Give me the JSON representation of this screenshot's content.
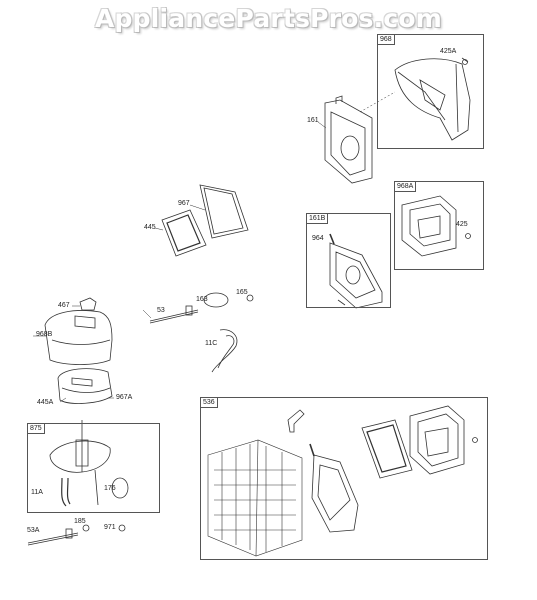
{
  "watermark": "AppliancePartsPros.com",
  "groups": {
    "g968": "968",
    "g968A": "968A",
    "g161B": "161B",
    "g536": "536",
    "g875": "875"
  },
  "labels": {
    "p425A": "425A",
    "p161": "161",
    "p967": "967",
    "p445": "445",
    "p425": "425",
    "p964": "964",
    "p467": "467",
    "p165": "165",
    "p163": "163",
    "p53": "53",
    "p968B": "968B",
    "p11C": "11C",
    "p445A": "445A",
    "p967A": "967A",
    "p11A": "11A",
    "p176": "176",
    "p53A": "53A",
    "p185": "185",
    "p971": "971"
  }
}
